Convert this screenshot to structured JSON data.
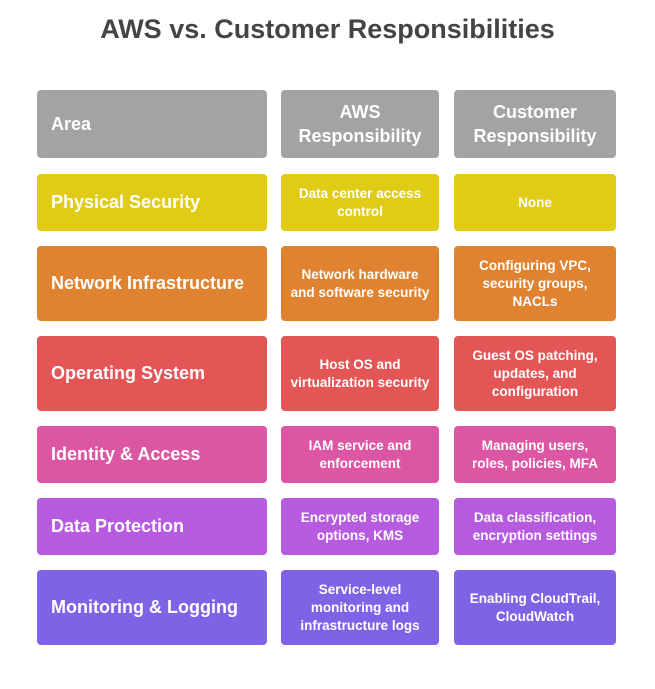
{
  "title": "AWS vs. Customer Responsibilities",
  "header": {
    "area": "Area",
    "aws": "AWS Responsibility",
    "customer": "Customer Responsibility",
    "color": "#a3a3a3"
  },
  "rows": [
    {
      "area": "Physical Security",
      "aws": "Data center access control",
      "customer": "None",
      "color": "#e0cb17"
    },
    {
      "area": "Network Infrastructure",
      "aws": "Network hardware and software security",
      "customer": "Configuring VPC, security groups, NACLs",
      "color": "#e08330"
    },
    {
      "area": "Operating System",
      "aws": "Host OS and virtualization security",
      "customer": "Guest OS patching, updates, and configuration",
      "color": "#e45656"
    },
    {
      "area": "Identity & Access",
      "aws": "IAM service and enforcement",
      "customer": "Managing users, roles, policies, MFA",
      "color": "#dc56a3"
    },
    {
      "area": "Data Protection",
      "aws": "Encrypted storage options, KMS",
      "customer": "Data classification, encryption settings",
      "color": "#b65ae0"
    },
    {
      "area": "Monitoring & Logging",
      "aws": "Service-level monitoring and infrastructure logs",
      "customer": "Enabling CloudTrail, CloudWatch",
      "color": "#7e63e6"
    }
  ]
}
